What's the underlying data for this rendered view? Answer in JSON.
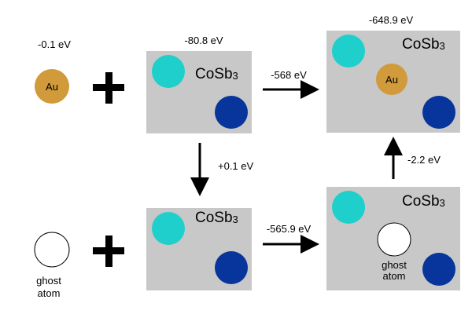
{
  "colors": {
    "gold": "#D19A3A",
    "cyan": "#1FCFCC",
    "navy": "#07359B",
    "box": "#C8C8C8",
    "white": "#FFFFFF"
  },
  "energies": {
    "au": "-0.1 eV",
    "cosb3_top": "-80.8 eV",
    "product": "-648.9 eV",
    "step_top": "-568 eV",
    "step_down": "+0.1 eV",
    "step_bottom": "-565.9 eV",
    "step_up": "-2.2 eV"
  },
  "labels": {
    "au": "Au",
    "formula_main": "CoSb",
    "formula_sub": "3",
    "ghost_line1": "ghost",
    "ghost_line2": "atom"
  }
}
